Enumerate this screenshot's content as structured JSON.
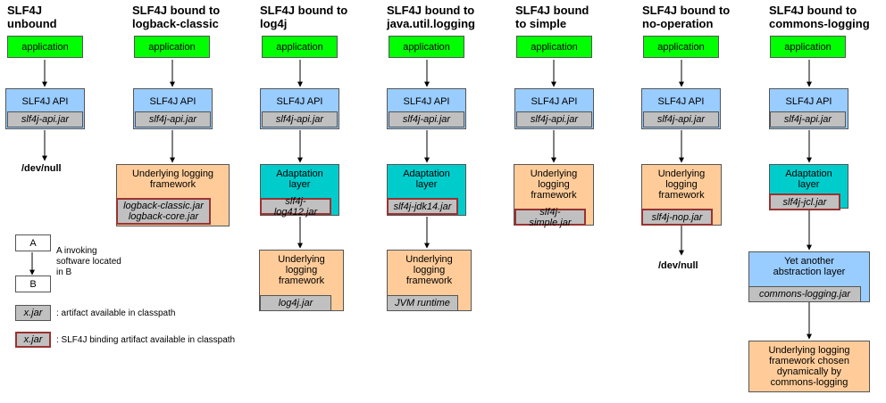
{
  "titles": [
    "SLF4J\nunbound",
    "SLF4J bound to\nlogback-classic",
    "SLF4J bound to\nlog4j",
    "SLF4J bound to\njava.util.logging",
    "SLF4J bound\nto simple",
    "SLF4J bound to\nno-operation",
    "SLF4J bound to\ncommons-logging"
  ],
  "application": "application",
  "slf4j_api": "SLF4J API",
  "slf4j_api_jar": "slf4j-api.jar",
  "dev_null": "/dev/null",
  "underlying_logging_framework": "Underlying logging\nframework",
  "underlying_logging_framework_narrow": "Underlying\nlogging\nframework",
  "adaptation_layer": "Adaptation\nlayer",
  "logback_jars": "logback-classic.jar\nlogback-core.jar",
  "log4j_binding": "slf4j-log412.jar",
  "log4j_jar": "log4j.jar",
  "jdk14_binding": "slf4j-jdk14.jar",
  "jvm_runtime": "JVM runtime",
  "simple_binding": "slf4j-simple.jar",
  "nop_binding": "slf4j-nop.jar",
  "jcl_binding": "slf4j-jcl.jar",
  "yet_another": "Yet another\nabstraction layer",
  "commons_logging_jar": "commons-logging.jar",
  "chosen_dynamically": "Underlying logging\nframework chosen\ndynamically by\ncommons-logging",
  "legend": {
    "box_a": "A",
    "box_b": "B",
    "invoking_text": "A invoking\nsoftware located\nin B",
    "artifact_jar": "x.jar",
    "artifact_text": ": artifact available in classpath",
    "binding_jar": "x.jar",
    "binding_text": ": SLF4J binding artifact available in classpath"
  }
}
